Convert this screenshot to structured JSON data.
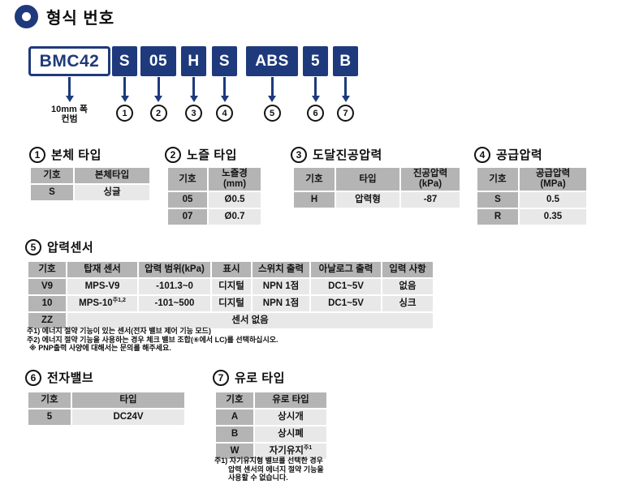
{
  "page_title": "형식 번호",
  "model": {
    "base": "BMC42",
    "base_caption": "10mm 폭\n컨범",
    "segments": [
      {
        "label": "S",
        "marker": "1"
      },
      {
        "label": "05",
        "marker": "2"
      },
      {
        "label": "H",
        "marker": "3"
      },
      {
        "label": "S",
        "marker": "4"
      },
      {
        "label": "ABS",
        "marker": "5"
      },
      {
        "label": "5",
        "marker": "6"
      },
      {
        "label": "B",
        "marker": "7"
      }
    ]
  },
  "sections": {
    "s1": {
      "num": "1",
      "title": "본체 타입",
      "table": {
        "headers": [
          "기호",
          "본체타입"
        ],
        "rows": [
          [
            "S",
            "싱글"
          ]
        ]
      }
    },
    "s2": {
      "num": "2",
      "title": "노즐 타입",
      "table": {
        "headers": [
          "기호",
          "노즐경\n(mm)"
        ],
        "rows": [
          [
            "05",
            "Ø0.5"
          ],
          [
            "07",
            "Ø0.7"
          ]
        ]
      }
    },
    "s3": {
      "num": "3",
      "title": "도달진공압력",
      "table": {
        "headers": [
          "기호",
          "타입",
          "진공압력\n(kPa)"
        ],
        "rows": [
          [
            "H",
            "압력형",
            "-87"
          ]
        ]
      }
    },
    "s4": {
      "num": "4",
      "title": "공급압력",
      "table": {
        "headers": [
          "기호",
          "공급압력\n(MPa)"
        ],
        "rows": [
          [
            "S",
            "0.5"
          ],
          [
            "R",
            "0.35"
          ]
        ]
      }
    },
    "s5": {
      "num": "5",
      "title": "압력센서",
      "table": {
        "headers": [
          "기호",
          "탑재 센서",
          "압력 범위(kPa)",
          "표시",
          "스위치 출력",
          "아날로그 출력",
          "입력 사항"
        ],
        "rows": [
          [
            "V9",
            "MPS-V9",
            "-101.3~0",
            "디지털",
            "NPN 1점",
            "DC1~5V",
            "없음"
          ],
          [
            "10",
            "MPS-10",
            "-101~500",
            "디지털",
            "NPN 1점",
            "DC1~5V",
            "싱크"
          ]
        ],
        "sup10": "주1,2",
        "zz_code": "ZZ",
        "zz_text": "센서 없음"
      },
      "notes": [
        "주1) 에너지 절약 기능이 있는 센서(전자 밸브 제어 기능 모드)",
        "주2) 에너지 절약 기능을 사용하는 경우 체크 밸브 조합(⑥에서 LC)를 선택하십시오.",
        "※ PNP출력 사양에 대해서는 문의를 해주세요."
      ]
    },
    "s6": {
      "num": "6",
      "title": "전자밸브",
      "table": {
        "headers": [
          "기호",
          "타입"
        ],
        "rows": [
          [
            "5",
            "DC24V"
          ]
        ]
      }
    },
    "s7": {
      "num": "7",
      "title": "유로 타입",
      "table": {
        "headers": [
          "기호",
          "유로 타입"
        ],
        "rows": [
          [
            "A",
            "상시개"
          ],
          [
            "B",
            "상시폐"
          ],
          [
            "W",
            "자기유지"
          ]
        ],
        "w_sup": "주1"
      },
      "notes": [
        "주1) 자기유지형 밸브를 선택한 경우",
        "압력 센서의 에너지 절약 기능을",
        "사용할 수 없습니다."
      ]
    }
  },
  "colors": {
    "navy": "#1e3a7c",
    "header_gray": "#b4b4b4",
    "cell_gray": "#e8e8e8"
  }
}
